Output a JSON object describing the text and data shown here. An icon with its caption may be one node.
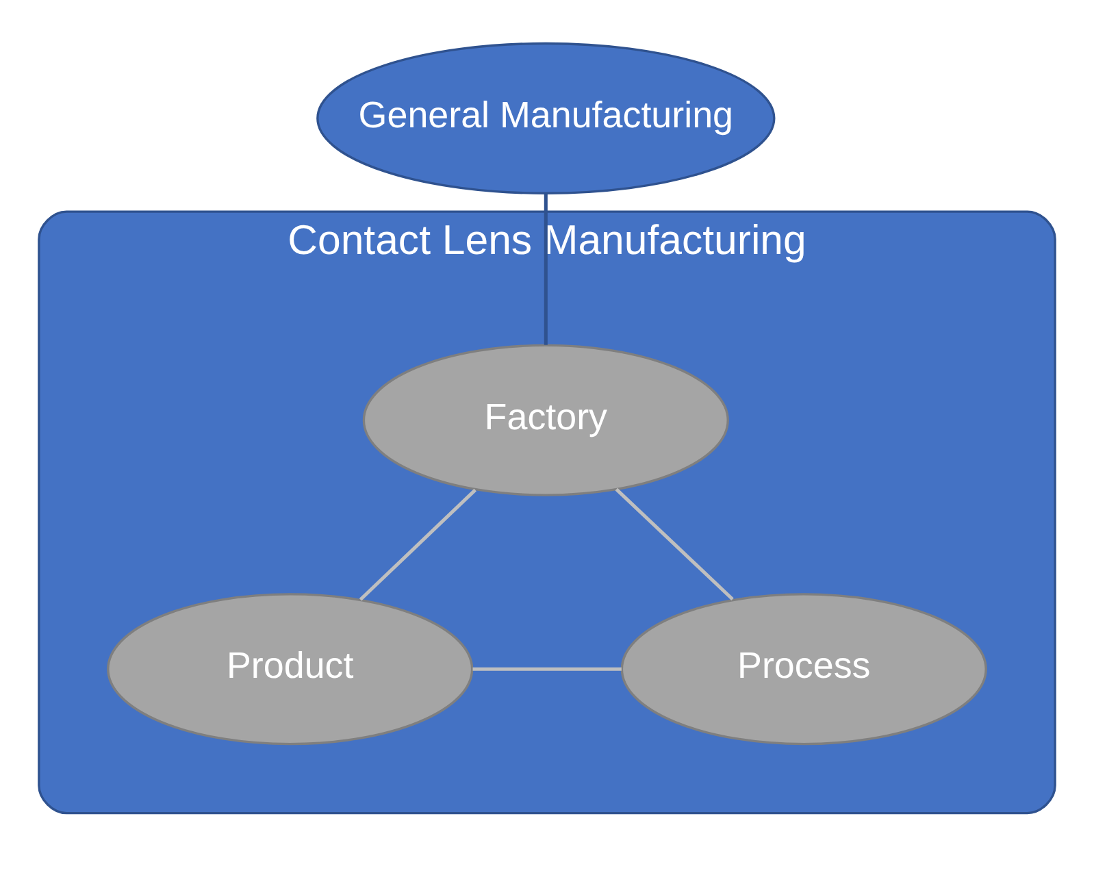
{
  "diagram": {
    "nodes": [
      {
        "text": [
          "General Manufacturing"
        ]
      },
      {
        "text": [
          "Contact Lens Manufacturing"
        ]
      },
      {
        "text": [
          "Factory"
        ],
        "in": 1
      },
      {
        "text": [
          "Product"
        ],
        "in": 1
      },
      {
        "text": [
          "Process"
        ],
        "in": 1
      }
    ],
    "edges": [
      {
        "from": 0,
        "to": 2,
        "arrow": "none",
        "color": "#2f528f"
      },
      {
        "from": 2,
        "to": 3,
        "arrow": "none"
      },
      {
        "from": 2,
        "to": 4,
        "arrow": "none"
      },
      {
        "from": 3,
        "to": 4,
        "arrow": "none"
      }
    ]
  }
}
